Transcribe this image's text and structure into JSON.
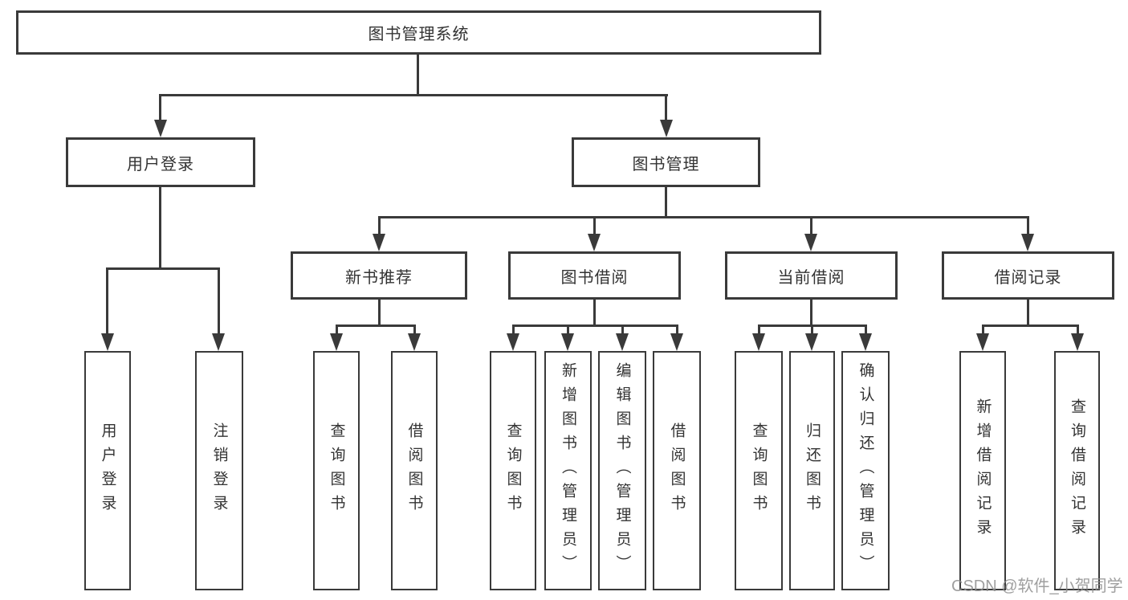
{
  "diagram": {
    "title": "图书管理系统",
    "root": {
      "label": "图书管理系统"
    },
    "level2": [
      {
        "label": "用户登录"
      },
      {
        "label": "图书管理"
      }
    ],
    "level3": [
      {
        "label": "新书推荐",
        "parent": "图书管理"
      },
      {
        "label": "图书借阅",
        "parent": "图书管理"
      },
      {
        "label": "当前借阅",
        "parent": "图书管理"
      },
      {
        "label": "借阅记录",
        "parent": "图书管理"
      }
    ],
    "leaves": [
      {
        "label": "用户登录",
        "parent": "用户登录"
      },
      {
        "label": "注销登录",
        "parent": "用户登录"
      },
      {
        "label": "查询图书",
        "parent": "新书推荐"
      },
      {
        "label": "借阅图书",
        "parent": "新书推荐"
      },
      {
        "label": "查询图书",
        "parent": "图书借阅"
      },
      {
        "label": "新增图书（管理员）",
        "parent": "图书借阅"
      },
      {
        "label": "编辑图书（管理员）",
        "parent": "图书借阅"
      },
      {
        "label": "借阅图书",
        "parent": "图书借阅"
      },
      {
        "label": "查询图书",
        "parent": "当前借阅"
      },
      {
        "label": "归还图书",
        "parent": "当前借阅"
      },
      {
        "label": "确认归还（管理员）",
        "parent": "当前借阅"
      },
      {
        "label": "新增借阅记录",
        "parent": "借阅记录"
      },
      {
        "label": "查询借阅记录",
        "parent": "借阅记录"
      }
    ],
    "colors": {
      "line": "#3a3a3a",
      "text": "#333333",
      "background": "#ffffff",
      "watermark": "#8f8f8f"
    }
  },
  "watermark": {
    "text": "CSDN @软件_小贺同学"
  }
}
